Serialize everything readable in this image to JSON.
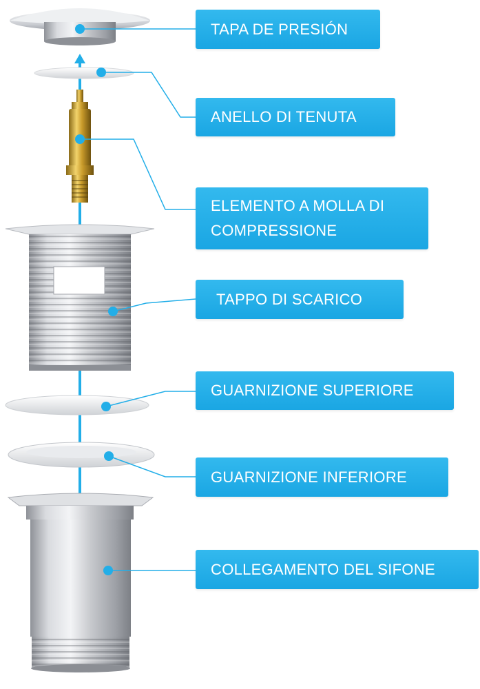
{
  "accent_color": "#22aee8",
  "labels": [
    {
      "id": "tapa",
      "text": "TAPA DE PRESIÓN"
    },
    {
      "id": "anello",
      "text": "ANELLO DI TENUTA"
    },
    {
      "id": "molla",
      "text": "ELEMENTO A MOLLA DI COMPRESSIONE"
    },
    {
      "id": "tappo",
      "text": "TAPPO DI SCARICO"
    },
    {
      "id": "guarnizione-sup",
      "text": "GUARNIZIONE SUPERIORE"
    },
    {
      "id": "guarnizione-inf",
      "text": "GUARNIZIONE INFERIORE"
    },
    {
      "id": "sifone",
      "text": "COLLEGAMENTO DEL SIFONE"
    }
  ]
}
